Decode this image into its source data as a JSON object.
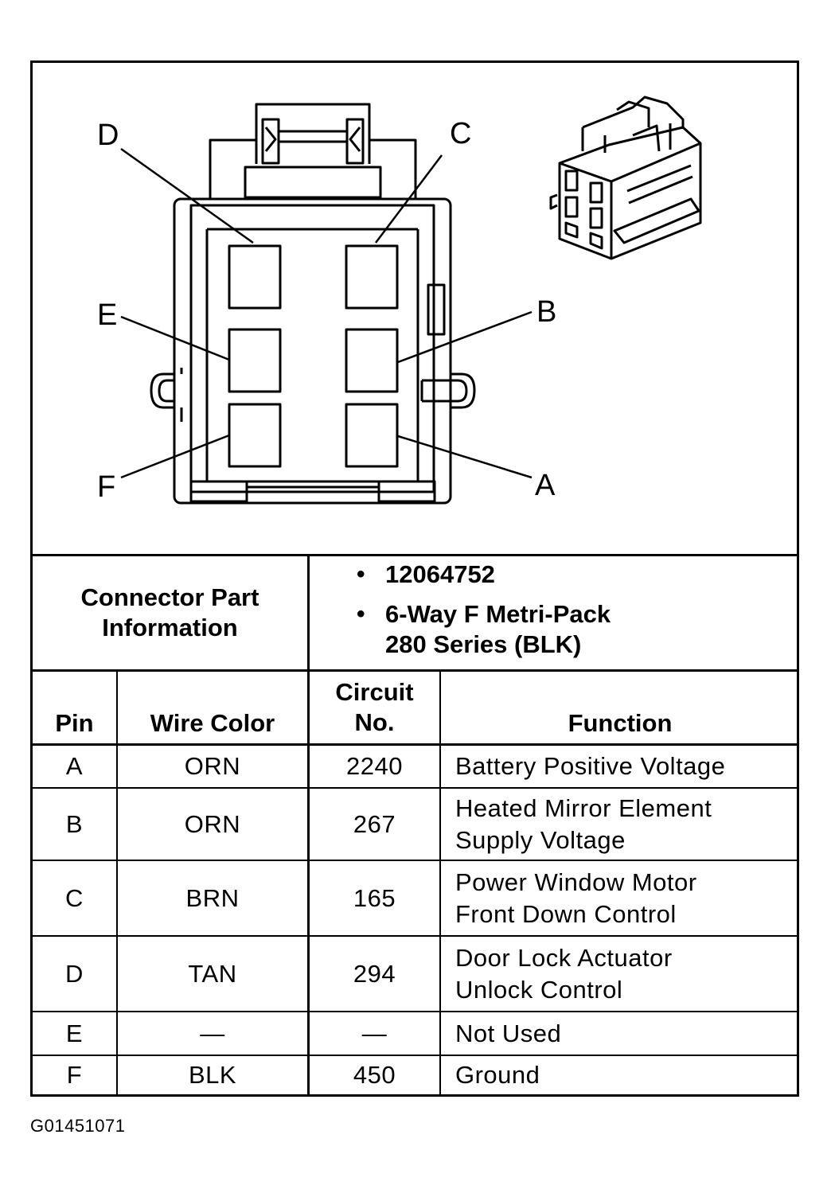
{
  "pin_labels": {
    "a": "A",
    "b": "B",
    "c": "C",
    "d": "D",
    "e": "E",
    "f": "F"
  },
  "connector_info": {
    "label_line1": "Connector Part",
    "label_line2": "Information",
    "bullets": [
      "12064752",
      "6-Way F Metri-Pack",
      "280 Series (BLK)"
    ]
  },
  "table": {
    "headers": {
      "pin": "Pin",
      "wire_color": "Wire Color",
      "circuit_line1": "Circuit",
      "circuit_line2": "No.",
      "function": "Function"
    },
    "rows": [
      {
        "pin": "A",
        "color": "ORN",
        "circuit": "2240",
        "function_line1": "Battery Positive Voltage",
        "function_line2": ""
      },
      {
        "pin": "B",
        "color": "ORN",
        "circuit": "267",
        "function_line1": "Heated Mirror Element",
        "function_line2": "Supply Voltage"
      },
      {
        "pin": "C",
        "color": "BRN",
        "circuit": "165",
        "function_line1": "Power Window Motor",
        "function_line2": "Front Down Control"
      },
      {
        "pin": "D",
        "color": "TAN",
        "circuit": "294",
        "function_line1": "Door Lock Actuator",
        "function_line2": "Unlock Control"
      },
      {
        "pin": "E",
        "color": "—",
        "circuit": "—",
        "function_line1": "Not Used",
        "function_line2": ""
      },
      {
        "pin": "F",
        "color": "BLK",
        "circuit": "450",
        "function_line1": "Ground",
        "function_line2": ""
      }
    ]
  },
  "figure_code": "G01451071"
}
